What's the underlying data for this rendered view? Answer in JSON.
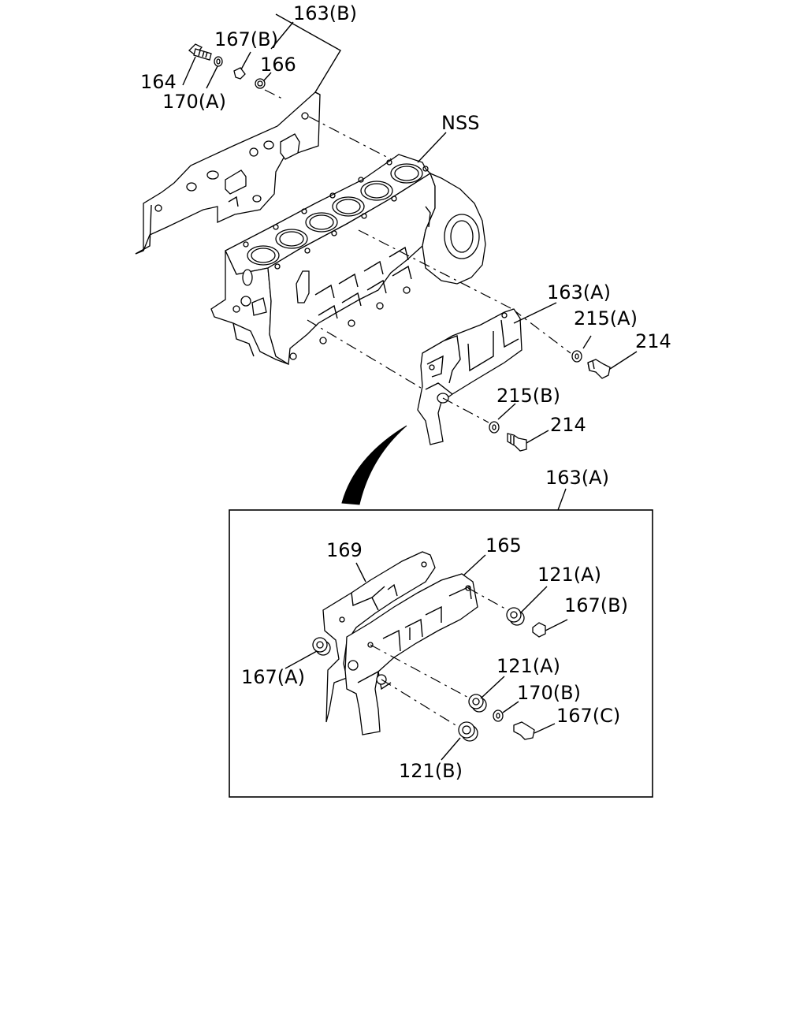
{
  "labels": {
    "l163b": "163(B)",
    "l167b_top": "167(B)",
    "l166": "166",
    "l164": "164",
    "l170a": "170(A)",
    "lnss": "NSS",
    "l163a_mid": "163(A)",
    "l215a": "215(A)",
    "l214_a": "214",
    "l215b": "215(B)",
    "l214_b": "214",
    "l163a_box": "163(A)",
    "l169": "169",
    "l165": "165",
    "l121a_1": "121(A)",
    "l167b_box": "167(B)",
    "l167a": "167(A)",
    "l121a_2": "121(A)",
    "l170b": "170(B)",
    "l167c": "167(C)",
    "l121b": "121(B)"
  }
}
